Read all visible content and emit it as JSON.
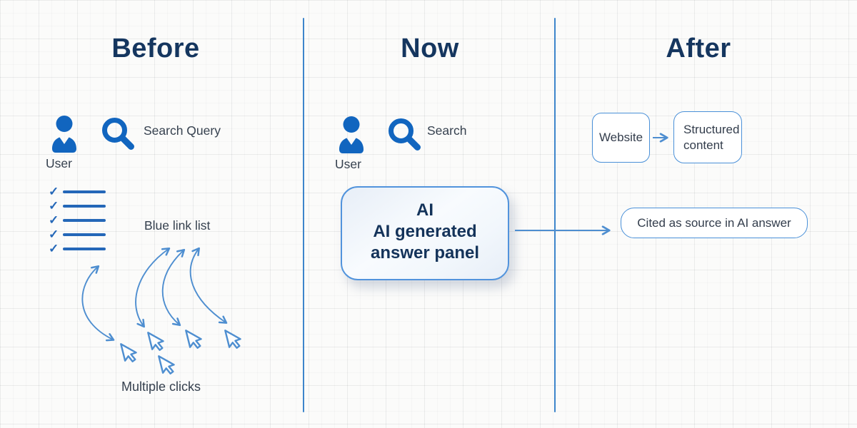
{
  "colors": {
    "icon_blue": "#1165bf",
    "title_navy": "#15365f",
    "label_dark": "#36414f",
    "arrow_blue": "#4e8ed0",
    "checklist_blue": "#2467b8",
    "divider_blue": "#3d85cb",
    "box_border_blue": "#4a90d8",
    "panel_text_navy": "#14335a"
  },
  "icons": {
    "check_glyph": "✓"
  },
  "before": {
    "title": "Before",
    "user_label": "User",
    "search_label": "Search Query",
    "checklist_item_count": 5,
    "list_label": "Blue link list",
    "clicks_label": "Multiple clicks"
  },
  "now": {
    "title": "Now",
    "user_label": "User",
    "search_label": "Search",
    "panel_heading": "AI",
    "panel_body": "AI generated answer panel"
  },
  "after": {
    "title": "After",
    "website_label": "Website",
    "structured_label": "Structured content",
    "cited_label": "Cited as source in AI answer"
  }
}
